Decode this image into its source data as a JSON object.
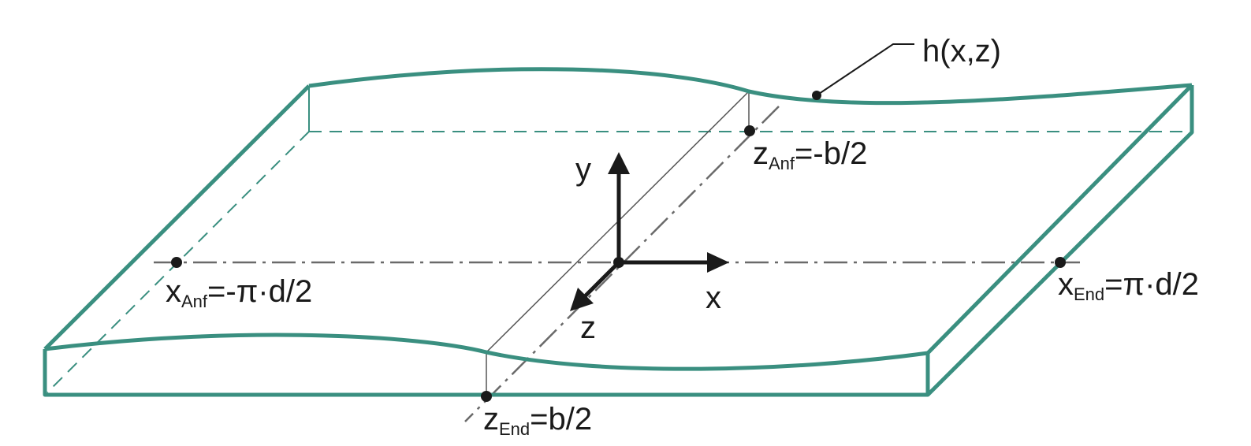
{
  "labels": {
    "surface": "h(x,z)",
    "x_axis": "x",
    "y_axis": "y",
    "z_axis": "z",
    "x_start": {
      "base": "x",
      "sub": "Anf",
      "rest": "=-π·d/2"
    },
    "x_end": {
      "base": "x",
      "sub": "End",
      "rest": "=π·d/2"
    },
    "z_start": {
      "base": "z",
      "sub": "Anf",
      "rest": "=-b/2"
    },
    "z_end": {
      "base": "z",
      "sub": "End",
      "rest": "=b/2"
    }
  },
  "colors": {
    "plate": "#3a8f80",
    "axis": "#1a1a1a",
    "guide": "#555555",
    "centerline": "#6a6a6a"
  }
}
